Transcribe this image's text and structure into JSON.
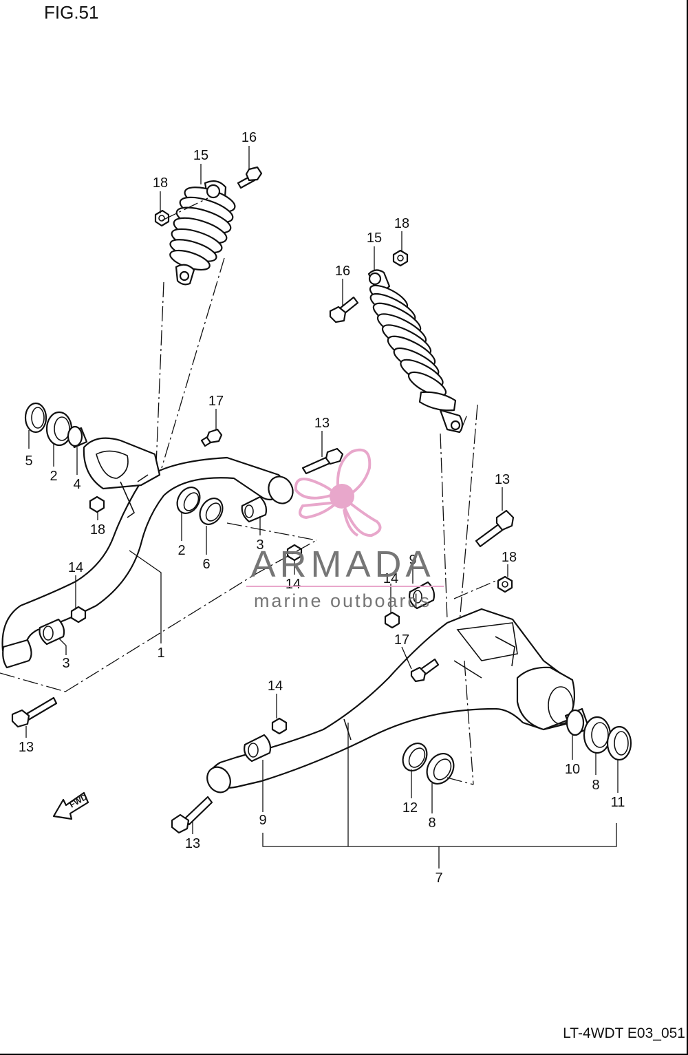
{
  "figure_title": "FIG.51",
  "drawing_code": "LT-4WDT E03_051",
  "fwd_label": "FWD",
  "watermark": {
    "brand": "ARMADA",
    "tagline": "marine outboards",
    "color": "#e7a3c9"
  },
  "callouts": {
    "c1": "1",
    "c2a": "2",
    "c2b": "2",
    "c3a": "3",
    "c3b": "3",
    "c4": "4",
    "c5": "5",
    "c6": "6",
    "c7": "7",
    "c8a": "8",
    "c8b": "8",
    "c9a": "9",
    "c9b": "9",
    "c10": "10",
    "c11": "11",
    "c12": "12",
    "c13a": "13",
    "c13b": "13",
    "c13c": "13",
    "c13d": "13",
    "c14a": "14",
    "c14b": "14",
    "c14c": "14",
    "c14d": "14",
    "c15a": "15",
    "c15b": "15",
    "c16a": "16",
    "c16b": "16",
    "c17a": "17",
    "c17b": "17",
    "c18a": "18",
    "c18b": "18",
    "c18c": "18",
    "c18d": "18"
  }
}
